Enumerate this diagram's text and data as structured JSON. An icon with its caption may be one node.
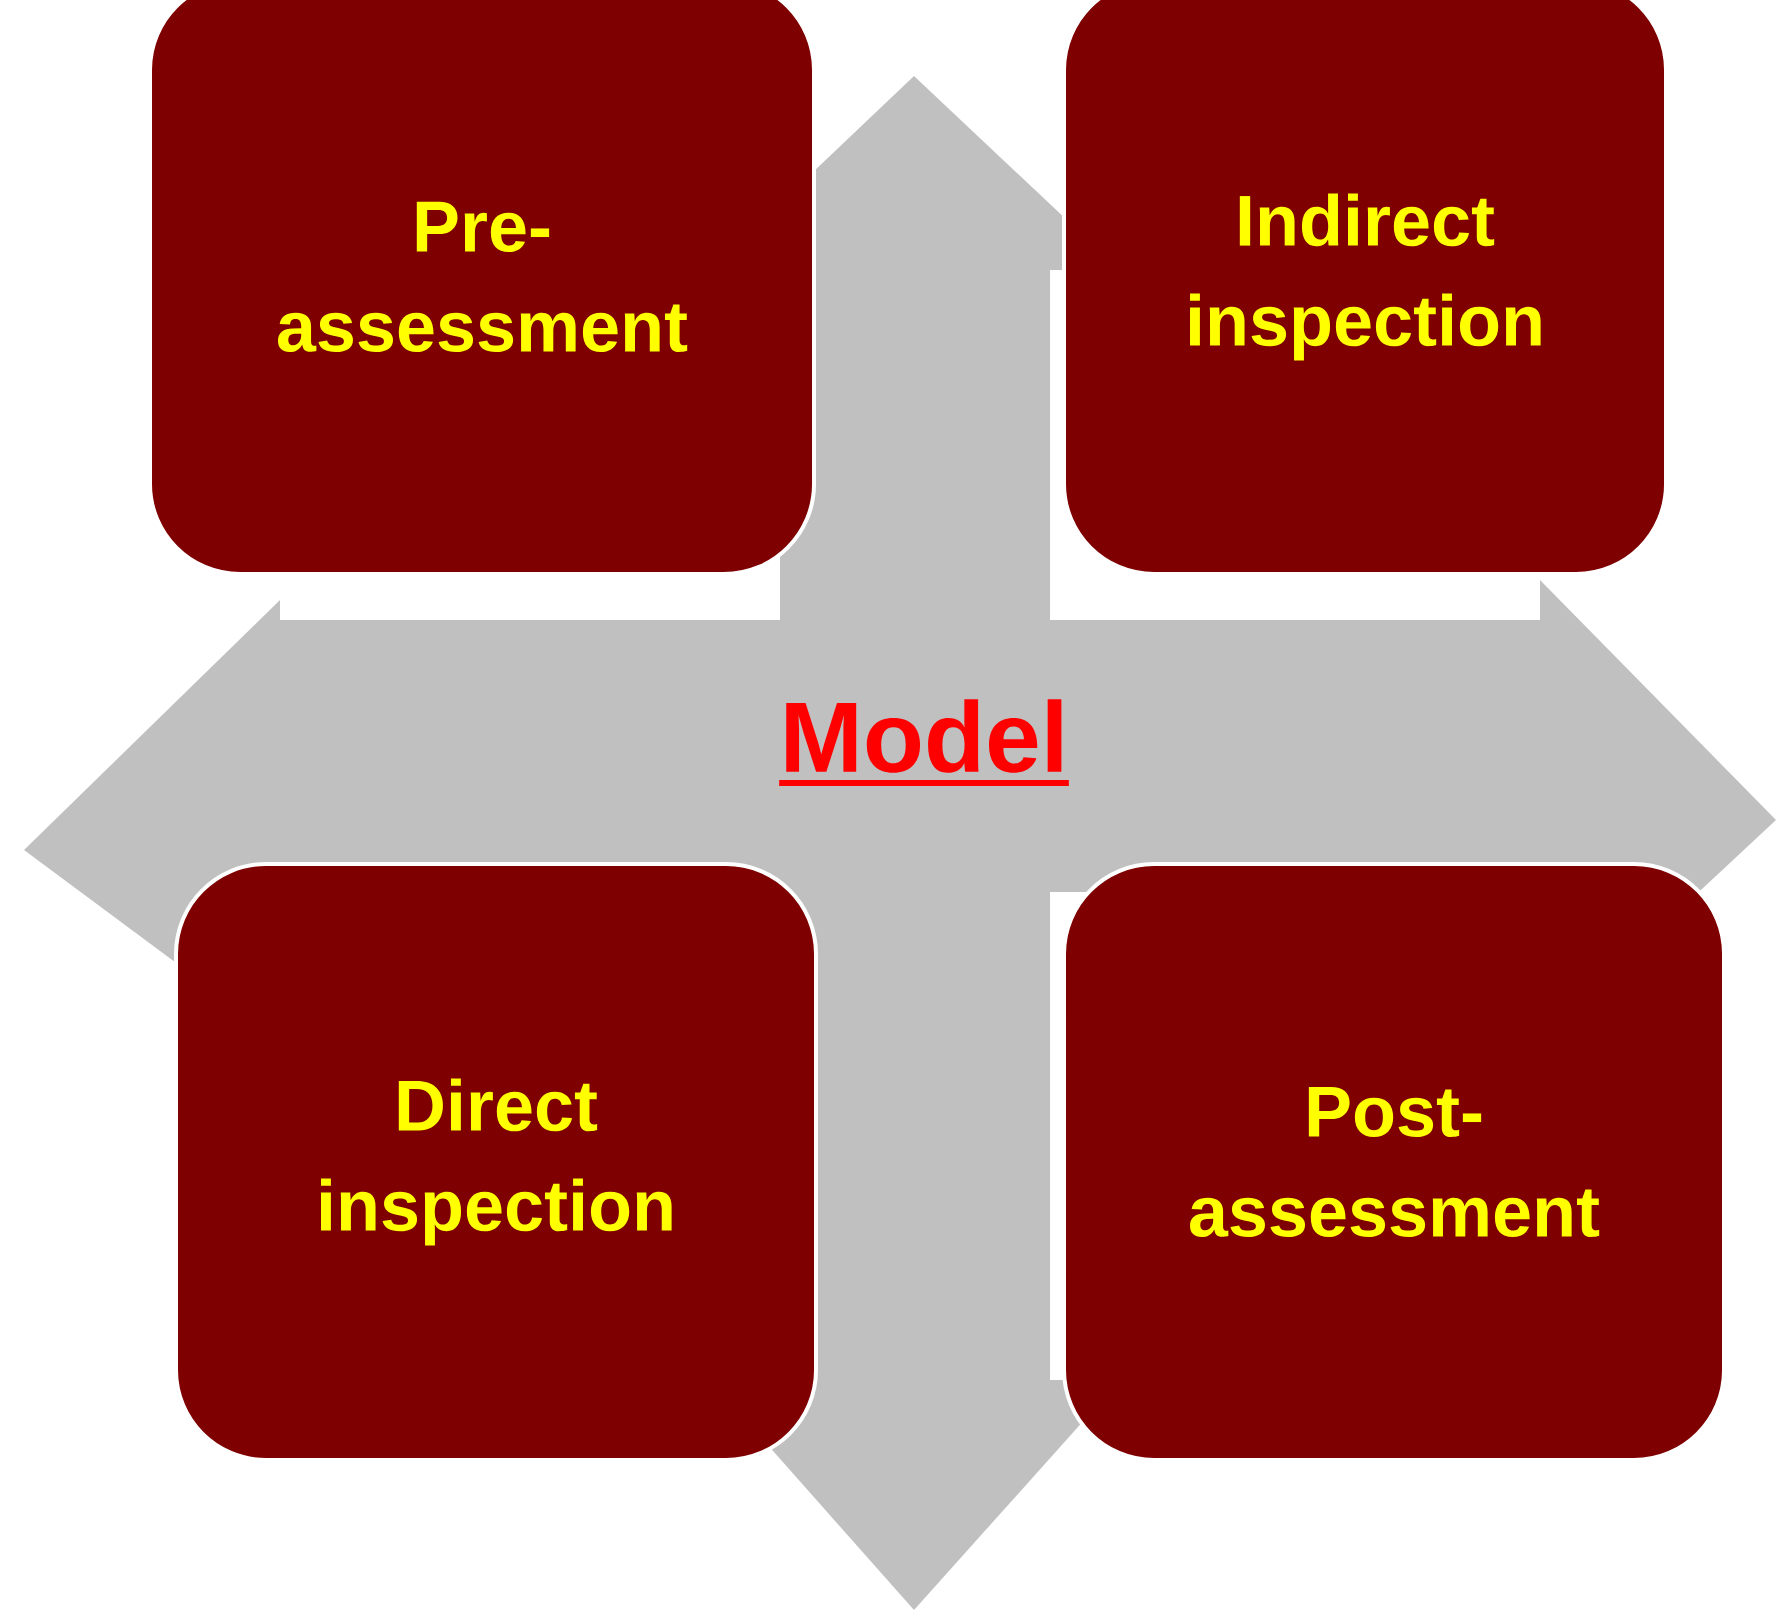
{
  "diagram": {
    "nodes": [
      {
        "text": [
          "Model"
        ]
      },
      {
        "text": [
          "Pre- assessment"
        ]
      },
      {
        "text": [
          "Indirect inspection"
        ]
      },
      {
        "text": [
          "Direct inspection"
        ]
      },
      {
        "text": [
          "Post- assessment"
        ]
      }
    ]
  }
}
